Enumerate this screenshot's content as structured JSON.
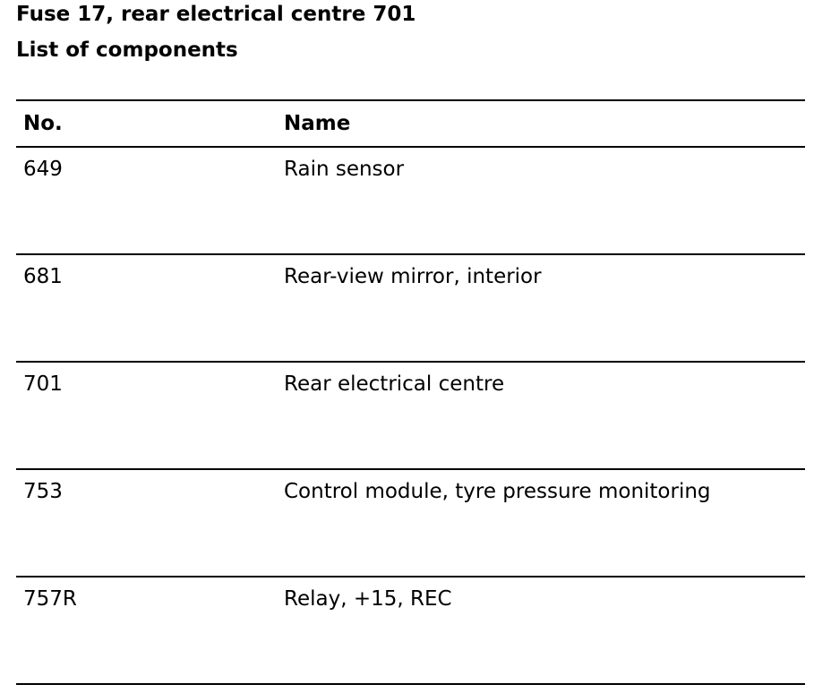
{
  "document": {
    "title": "Fuse 17, rear electrical centre 701",
    "subtitle": "List of components"
  },
  "table": {
    "headers": {
      "no": "No.",
      "name": "Name"
    },
    "rows": [
      {
        "no": "649",
        "name": "Rain sensor"
      },
      {
        "no": "681",
        "name": "Rear-view mirror, interior"
      },
      {
        "no": "701",
        "name": "Rear electrical centre"
      },
      {
        "no": "753",
        "name": "Control module, tyre pressure monitoring"
      },
      {
        "no": "757R",
        "name": "Relay, +15, REC"
      }
    ]
  }
}
